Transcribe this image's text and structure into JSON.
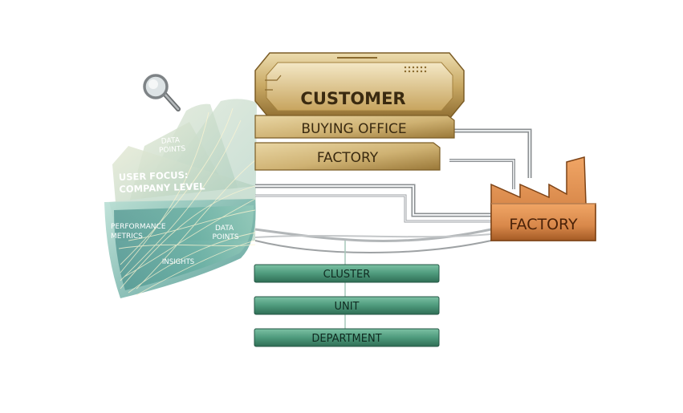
{
  "hierarchy": {
    "customer": "CUSTOMER",
    "buying_office": "BUYING OFFICE",
    "factory_bar": "FACTORY"
  },
  "factory_building": {
    "label": "FACTORY"
  },
  "org_levels": [
    "CLUSTER",
    "UNIT",
    "DEPARTMENT"
  ],
  "fan": {
    "data_points_top": [
      "DATA",
      "POINTS"
    ],
    "user_focus": [
      "USER FOCUS:",
      "COMPANY LEVEL"
    ],
    "performance_metrics": [
      "PERFORMANCE",
      "METRICS"
    ],
    "data_points_bottom": [
      "DATA",
      "POINTS"
    ],
    "insights": "INSIGHTS"
  },
  "icons": {
    "magnifier": "magnifying-glass-icon",
    "factory": "factory-building-icon"
  },
  "colors": {
    "gold": "#c9a964",
    "gold_dark": "#8a6a2e",
    "copper": "#d78a4a",
    "copper_dark": "#a45a24",
    "teal": "#4e9a7c",
    "teal_dark": "#2f6e55",
    "glass": "#9fd3cc"
  }
}
